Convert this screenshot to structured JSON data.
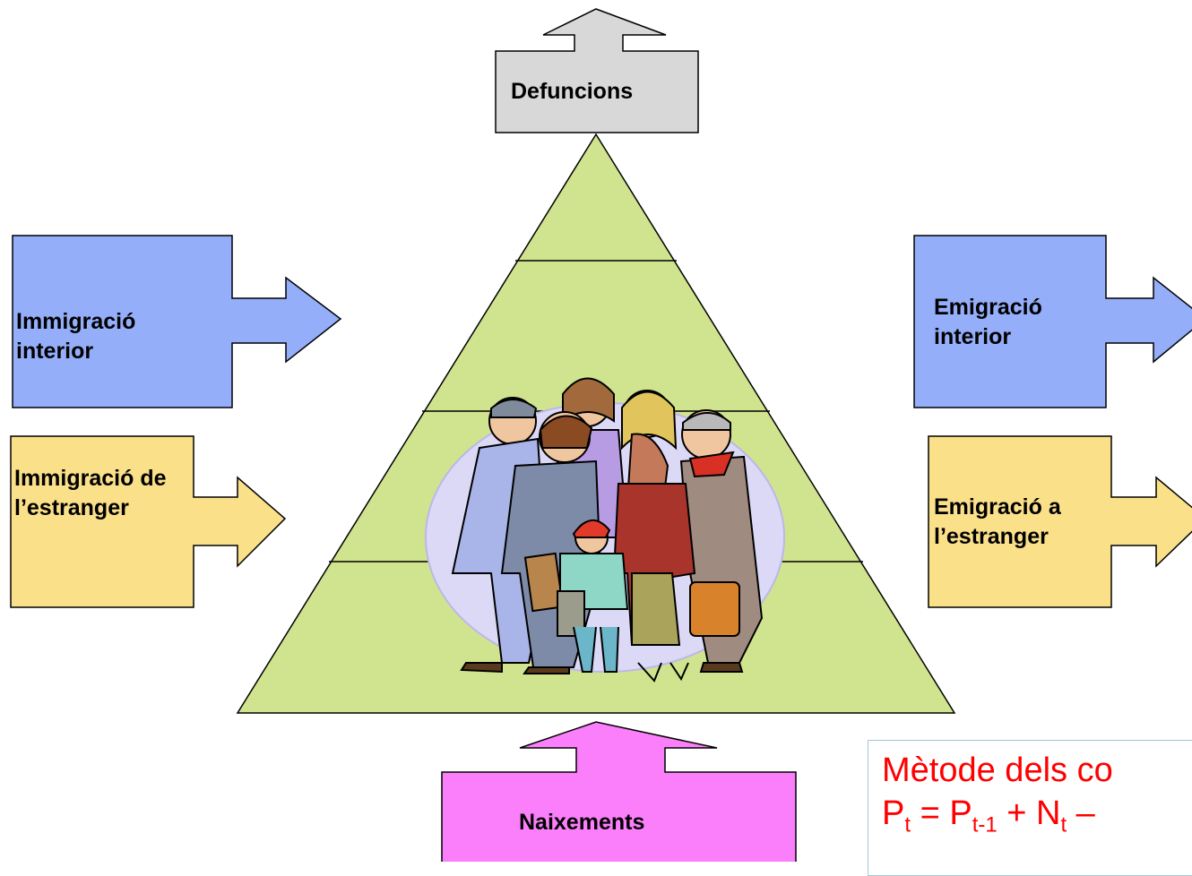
{
  "labels": {
    "deaths": "Defuncions",
    "births": "Naixements",
    "internal_immigration": [
      "Immigració",
      "interior"
    ],
    "foreign_immigration": [
      "Immigració de",
      "l’estranger"
    ],
    "internal_emigration": [
      "Emigració",
      "interior"
    ],
    "foreign_emigration": [
      "Emigració a",
      "l’estranger"
    ]
  },
  "formula": {
    "title": "Mètode dels co",
    "eq_p": "P",
    "eq_t": "t",
    "eq_eq": " = P",
    "eq_tminus1": "t-1",
    "eq_plus": " + N",
    "eq_t2": "t",
    "eq_minus": " –"
  },
  "colors": {
    "pyramid": "#d0e38e",
    "gray": "#d8d8d8",
    "blue": "#94aefa",
    "yellow": "#fbe08a",
    "pink": "#fb7ffb",
    "red_text": "#ff0000"
  },
  "illustration": "group-of-people-clipart"
}
